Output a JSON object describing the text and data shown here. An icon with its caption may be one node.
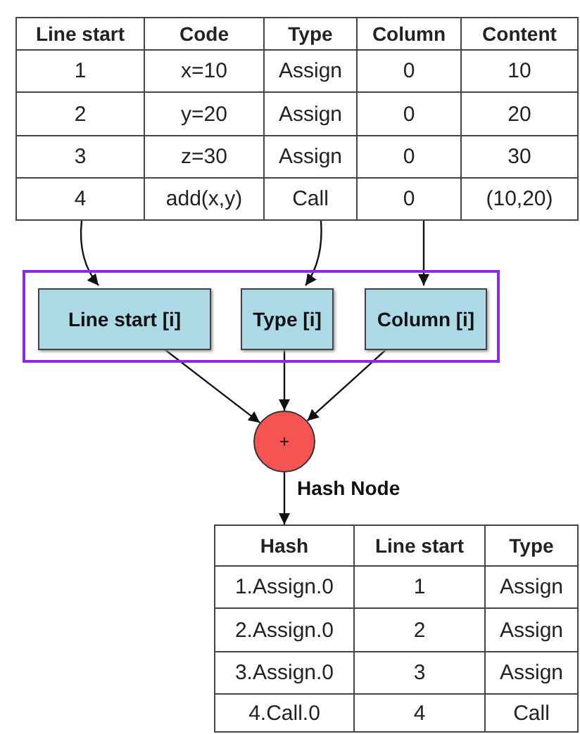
{
  "diagram": {
    "nodes": [
      {
        "text": [
          "Line start",
          "Code",
          "Type",
          "Column",
          "Content",
          "1",
          "x=10",
          "Assign",
          "0",
          "10",
          "2",
          "y=20",
          "Assign",
          "0",
          "20",
          "3",
          "z=30",
          "Assign",
          "0",
          "30",
          "4",
          "add(x,y)",
          "Call",
          "0",
          "(10,20)"
        ]
      },
      {
        "text": [],
        "shape": "box"
      },
      {
        "text": [
          "Line start [i]"
        ],
        "in": 1
      },
      {
        "text": [
          "Type [i]"
        ],
        "in": 1
      },
      {
        "text": [
          "Column [i]"
        ],
        "in": 1
      },
      {
        "text": [
          "+"
        ],
        "beside": [
          "Hash Node"
        ]
      },
      {
        "text": [
          "Hash",
          "Line start",
          "Type",
          "1.Assign.0",
          "1",
          "Assign",
          "2.Assign.0",
          "2",
          "Assign",
          "3.Assign.0",
          "3",
          "Assign",
          "4.Call.0",
          "4",
          "Call"
        ]
      }
    ],
    "edges": [
      {
        "from": 0,
        "to": 2,
        "arrow": "to"
      },
      {
        "from": 0,
        "to": 3,
        "arrow": "to"
      },
      {
        "from": 0,
        "to": 4,
        "arrow": "to"
      },
      {
        "from": 2,
        "to": 5,
        "arrow": "to"
      },
      {
        "from": 3,
        "to": 5,
        "arrow": "to"
      },
      {
        "from": 4,
        "to": 5,
        "arrow": "to"
      },
      {
        "from": 5,
        "to": 6,
        "arrow": "to"
      }
    ]
  }
}
